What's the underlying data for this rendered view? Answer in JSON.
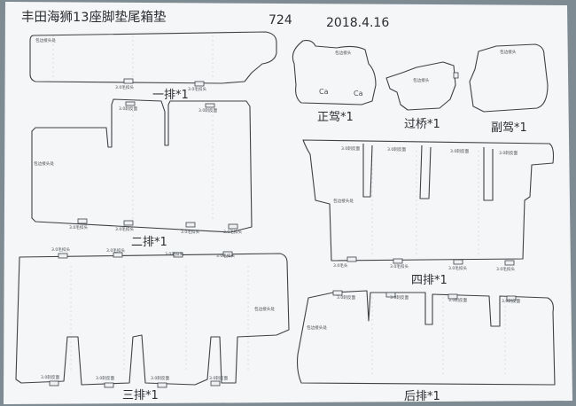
{
  "header": {
    "title": "丰田海狮13座脚垫尾箱垫",
    "code": "724",
    "date": "2018.4.16"
  },
  "labels": {
    "row1": "一排*1",
    "row2": "二排*1",
    "row3": "三排*1",
    "row4": "四排*1",
    "rear": "后排*1",
    "driver": "正驾*1",
    "bridge": "过桥*1",
    "passenger": "副驾*1"
  },
  "notes": {
    "edge": "包边接头处",
    "edge_short": "包边接头",
    "clip_hair": "3.0毛扣头",
    "clip_back": "3.0刺反面",
    "clip_hair_short": "3.0毛头",
    "c1": "Ca",
    "c2": "Ca"
  }
}
